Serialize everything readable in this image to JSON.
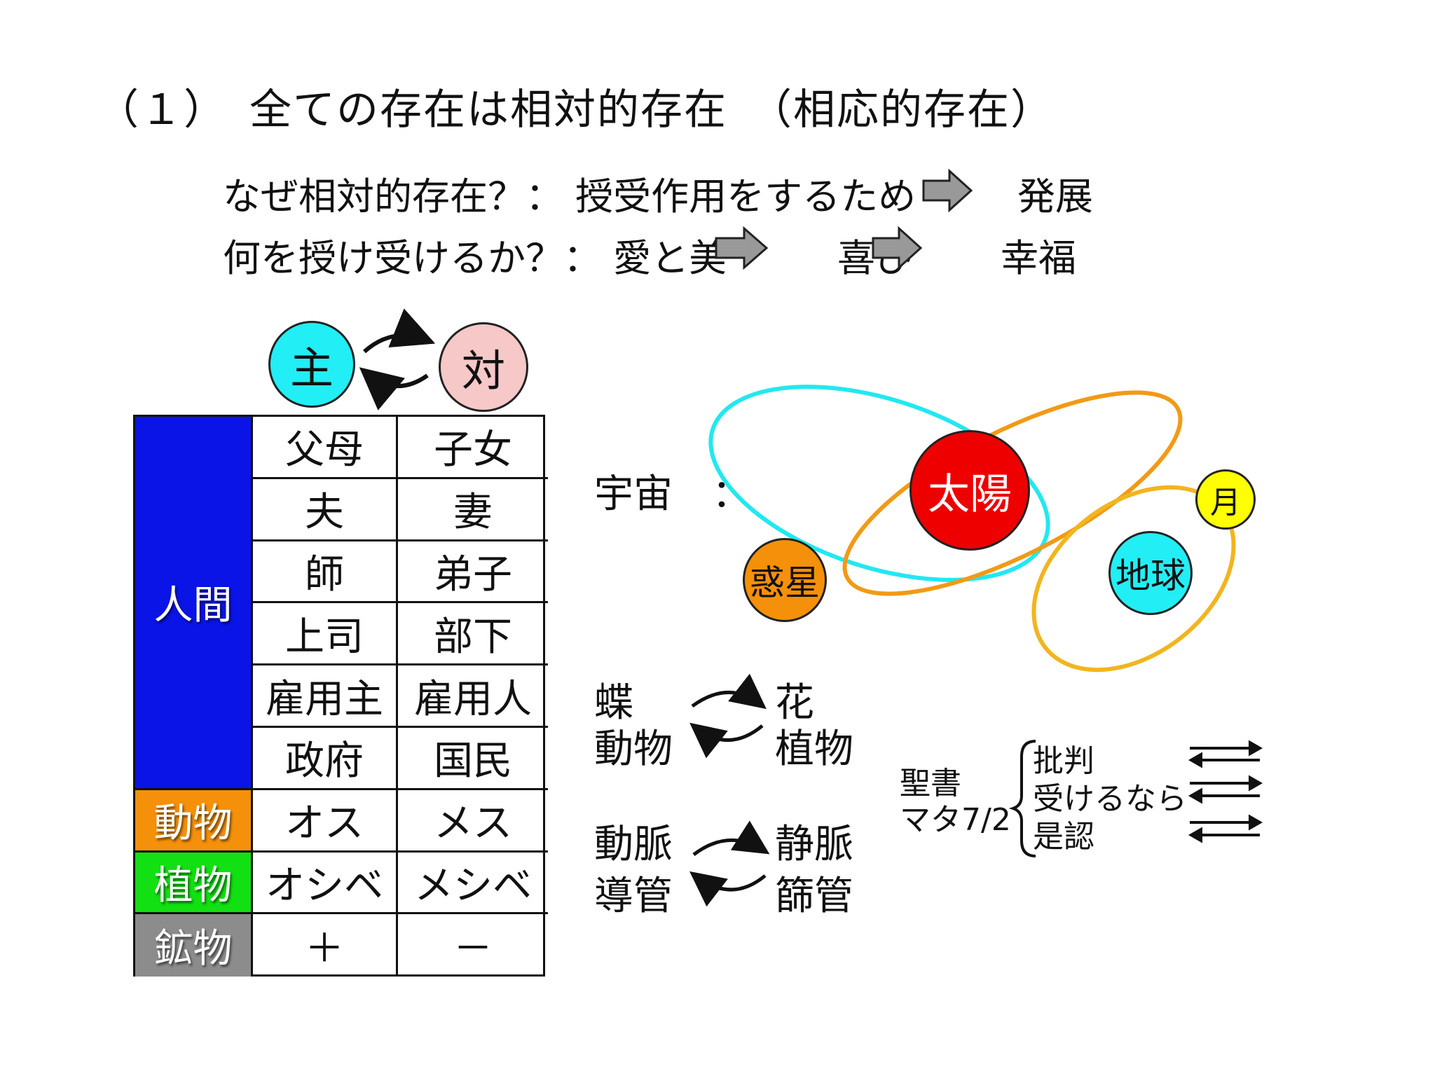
{
  "title": "（１）　全ての存在は相対的存在　（相応的存在）",
  "line1": {
    "question": "なぜ相対的存在？：",
    "reason": "授受作用をするため",
    "result": "発展"
  },
  "line2": {
    "question": "何を授け受けるか？：",
    "a": "愛と美",
    "b": "喜び",
    "c": "幸福"
  },
  "header": {
    "subject": "主",
    "object": "対"
  },
  "table": {
    "categories": [
      {
        "label": "人間",
        "color": "#0a14e6"
      },
      {
        "label": "動物",
        "color": "#f5900a"
      },
      {
        "label": "植物",
        "color": "#12e012"
      },
      {
        "label": "鉱物",
        "color": "#8c8c8c"
      }
    ],
    "rows": [
      [
        "父母",
        "子女"
      ],
      [
        "夫",
        "妻"
      ],
      [
        "師",
        "弟子"
      ],
      [
        "上司",
        "部下"
      ],
      [
        "雇用主",
        "雇用人"
      ],
      [
        "政府",
        "国民"
      ],
      [
        "オス",
        "メス"
      ],
      [
        "オシベ",
        "メシベ"
      ],
      [
        "＋",
        "－"
      ]
    ]
  },
  "cosmos": {
    "label": "宇宙　：",
    "sun": "太陽",
    "planet": "惑星",
    "earth": "地球",
    "moon": "月",
    "colors": {
      "sun": "#ee0000",
      "planet": "#f5900a",
      "earth": "#22eef5",
      "moon": "#ffff00"
    }
  },
  "pairs": {
    "p1_left": [
      "蝶",
      "動物"
    ],
    "p1_right": [
      "花",
      "植物"
    ],
    "p2_left": [
      "動脈",
      "導管"
    ],
    "p2_right": [
      "静脈",
      "篩管"
    ]
  },
  "bible": {
    "title": "聖書",
    "ref": "マタ7/2",
    "items": [
      "批判",
      "受けるなら",
      "是認"
    ]
  }
}
